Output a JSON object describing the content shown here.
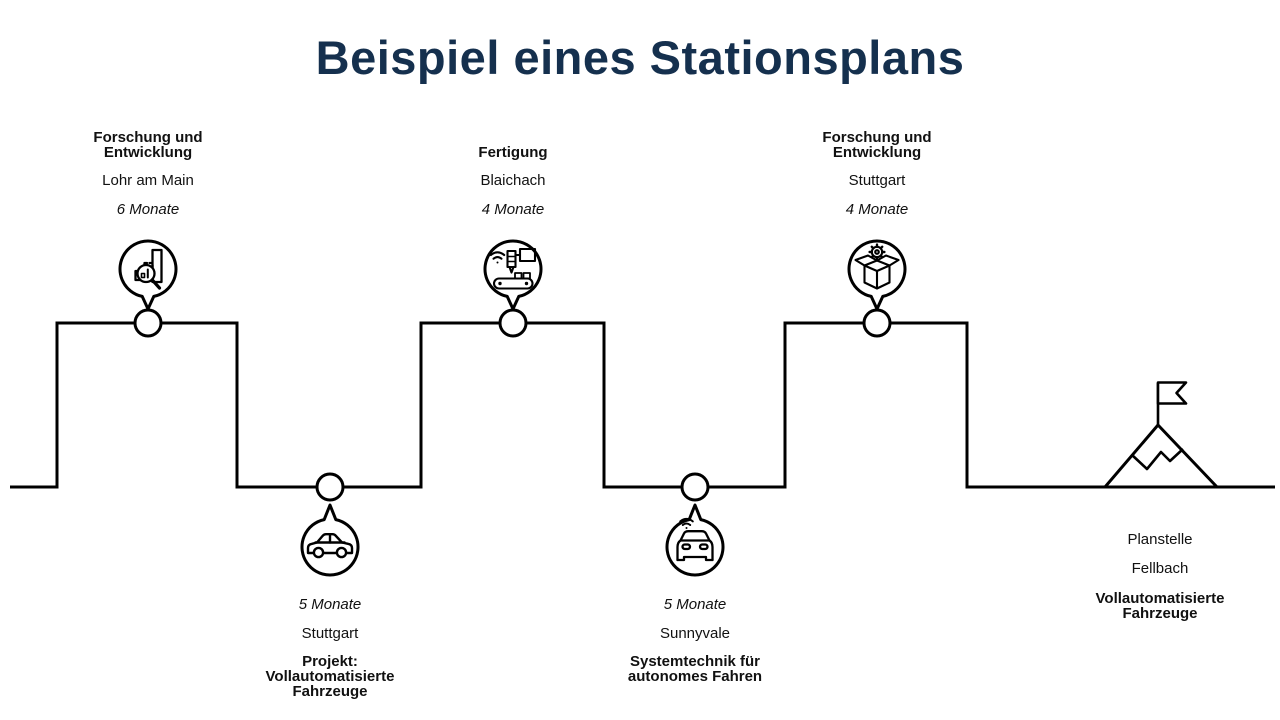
{
  "title": "Beispiel eines Stationsplans",
  "colors": {
    "title": "#15304E",
    "line": "#000000",
    "background": "#FFFFFF"
  },
  "stations": [
    {
      "side": "top",
      "title": "Forschung und Entwicklung",
      "location": "Lohr am Main",
      "duration": "6 Monate",
      "icon": "chart-magnifier-icon"
    },
    {
      "side": "bottom",
      "title": "Projekt: Vollautomatisierte Fahrzeuge",
      "location": "Stuttgart",
      "duration": "5 Monate",
      "icon": "car-side-icon"
    },
    {
      "side": "top",
      "title": "Fertigung",
      "location": "Blaichach",
      "duration": "4 Monate",
      "icon": "robot-arm-conveyor-icon"
    },
    {
      "side": "bottom",
      "title": "Systemtechnik für autonomes Fahren",
      "location": "Sunnyvale",
      "duration": "5 Monate",
      "icon": "connected-car-icon"
    },
    {
      "side": "top",
      "title": "Forschung und Entwicklung",
      "location": "Stuttgart",
      "duration": "4 Monate",
      "icon": "box-gear-icon"
    }
  ],
  "destination": {
    "role": "Planstelle",
    "location": "Fellbach",
    "topic": "Vollautomatisierte Fahrzeuge",
    "icon": "mountain-flag-icon"
  }
}
